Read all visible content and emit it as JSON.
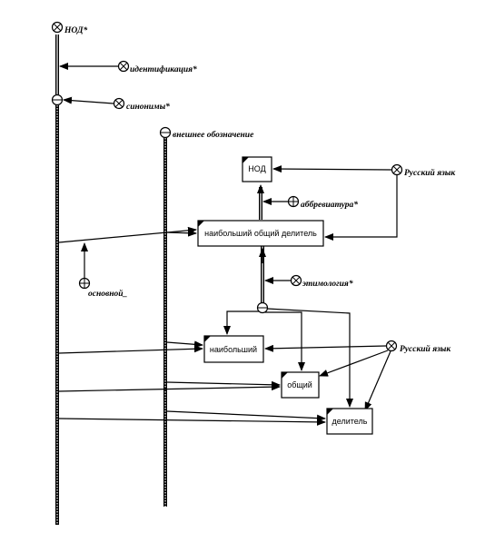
{
  "labels": {
    "nod_root": "НОД*",
    "identifikaciya": "идентификация*",
    "sinonimy": "синонимы*",
    "vneshnee": "внешнее обозначение",
    "russkiy_top": "Русский язык",
    "abbreviatura": "аббревиатура*",
    "osnovnoy": "основной_",
    "etimologiya": "этимология*",
    "russkiy_bottom": "Русский язык"
  },
  "boxes": {
    "nod": "НОД",
    "nod_full": "наибольший общий делитель",
    "naibolshiy": "наибольший",
    "obshchiy": "общий",
    "delitel": "делитель"
  }
}
